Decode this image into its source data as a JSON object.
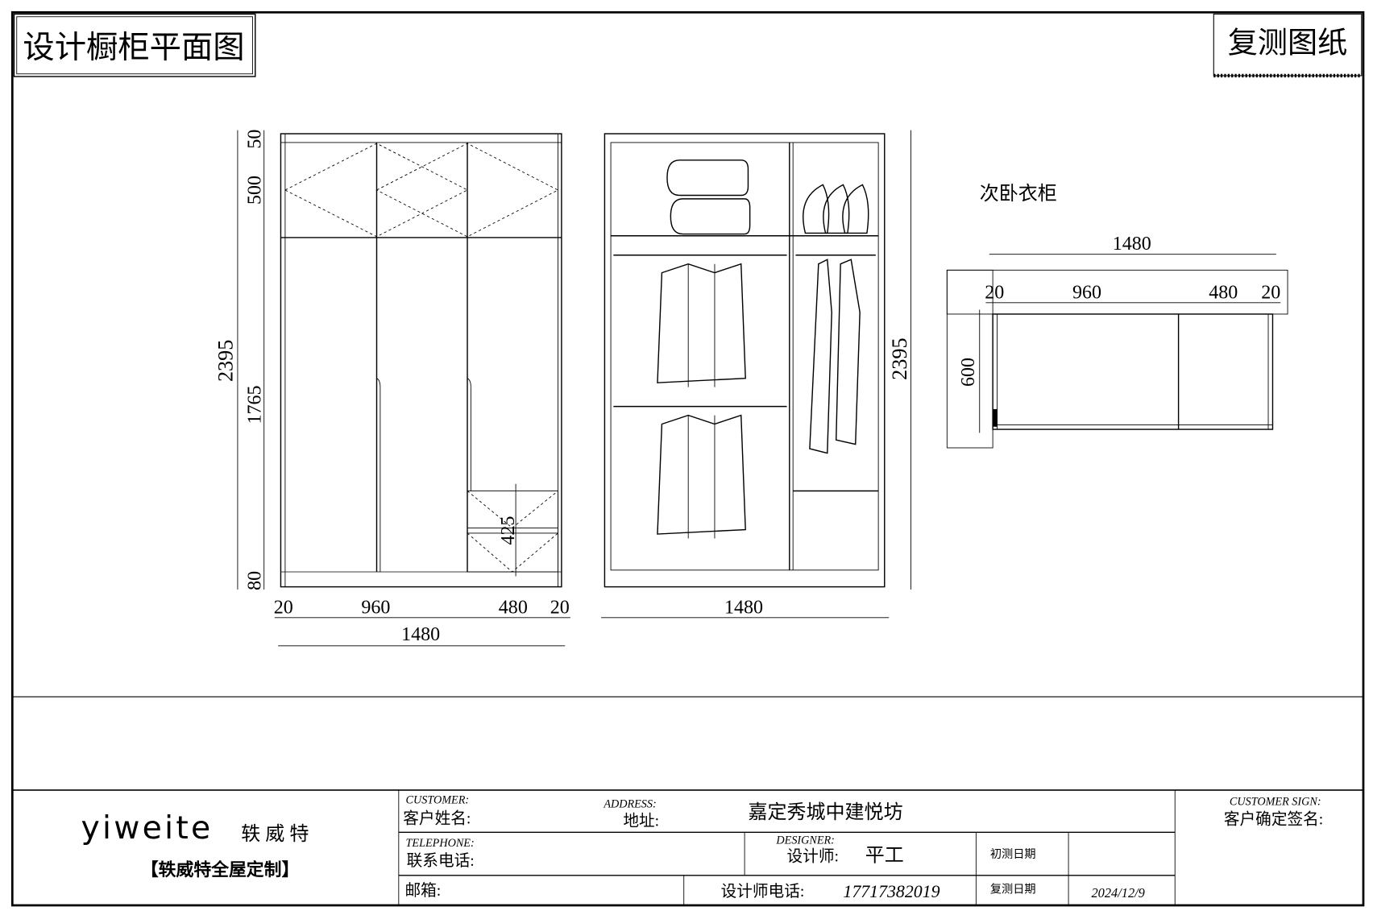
{
  "header": {
    "title": "设计橱柜平面图",
    "stamp": "复测图纸"
  },
  "front_view": {
    "dims_left": {
      "total": "2395",
      "top": "50",
      "upper": "500",
      "lower": "1765",
      "bottom": "80"
    },
    "dims_bottom": {
      "side_left": "20",
      "left": "960",
      "right": "480",
      "side_right": "20",
      "total": "1480"
    },
    "drawer_height": "425"
  },
  "interior_view": {
    "height": "2395",
    "width": "1480"
  },
  "plan_view": {
    "title": "次卧衣柜",
    "total": "1480",
    "side_left": "20",
    "left": "960",
    "right": "480",
    "side_right": "20",
    "depth": "600"
  },
  "title_block": {
    "brand": "yiweite",
    "brand_cn": "轶 威 特",
    "slogan": "【轶威特全屋定制】",
    "customer_en": "CUSTOMER:",
    "customer_cn": "客户姓名:",
    "address_en": "ADDRESS:",
    "address_cn": "地址:",
    "address_value": "嘉定秀城中建悦坊",
    "telephone_en": "TELEPHONE:",
    "telephone_cn": "联系电话:",
    "designer_en": "DESIGNER:",
    "designer_cn": "设计师:",
    "designer_value": "平工",
    "first_measure_label": "初测日期",
    "email_cn": "邮箱:",
    "designer_phone_label": "设计师电话:",
    "designer_phone": "17717382019",
    "remeasure_label": "复测日期",
    "remeasure_date": "2024/12/9",
    "sign_en": "CUSTOMER SIGN:",
    "sign_cn": "客户确定签名:"
  }
}
